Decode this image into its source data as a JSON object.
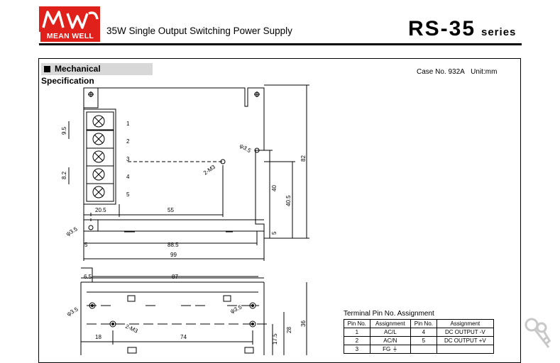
{
  "header": {
    "brand_text": "MEAN WELL",
    "subtitle": "35W Single Output Switching Power Supply",
    "model": "RS-35",
    "series": "series"
  },
  "section": {
    "title": "Mechanical Specification",
    "case_no": "Case No. 932A",
    "unit": "Unit:mm"
  },
  "drawing": {
    "pins": [
      "1",
      "2",
      "3",
      "4",
      "5"
    ],
    "dims_top": [
      "9.5",
      "8.2",
      "20.5",
      "55",
      "88.5",
      "99",
      "5",
      "82",
      "40",
      "40.5",
      "5"
    ],
    "hole_labels": [
      "ψ3.5",
      "ψ3.5",
      "2-M3"
    ],
    "dims_bottom": [
      "6.5",
      "87",
      "18",
      "74",
      "17.5",
      "28",
      "36"
    ],
    "hole_labels_bottom": [
      "ψ3.5",
      "ψ3.5",
      "2-M3"
    ]
  },
  "terminal_table": {
    "title": "Terminal Pin No.  Assignment",
    "headers": [
      "Pin No.",
      "Assignment",
      "Pin No.",
      "Assignment"
    ],
    "rows": [
      [
        "1",
        "AC/L",
        "4",
        "DC OUTPUT -V"
      ],
      [
        "2",
        "AC/N",
        "5",
        "DC OUTPUT +V"
      ],
      [
        "3",
        "FG ⏚",
        "",
        ""
      ]
    ]
  },
  "colors": {
    "brand_red": "#e0201b",
    "section_bg": "#d8d8d8"
  }
}
